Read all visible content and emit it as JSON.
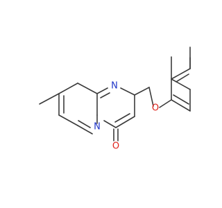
{
  "molecule": {
    "atoms": {
      "n_pyrimidine": {
        "label": "N",
        "color": "#1f35c8"
      },
      "n_bridgehead": {
        "label": "N",
        "color": "#1f35c8"
      },
      "o_ether": {
        "label": "O",
        "color": "#e0231c"
      },
      "o_carbonyl": {
        "label": "O",
        "color": "#e0231c"
      }
    },
    "bond_color": "#3a3a3a",
    "background": "#ffffff"
  }
}
